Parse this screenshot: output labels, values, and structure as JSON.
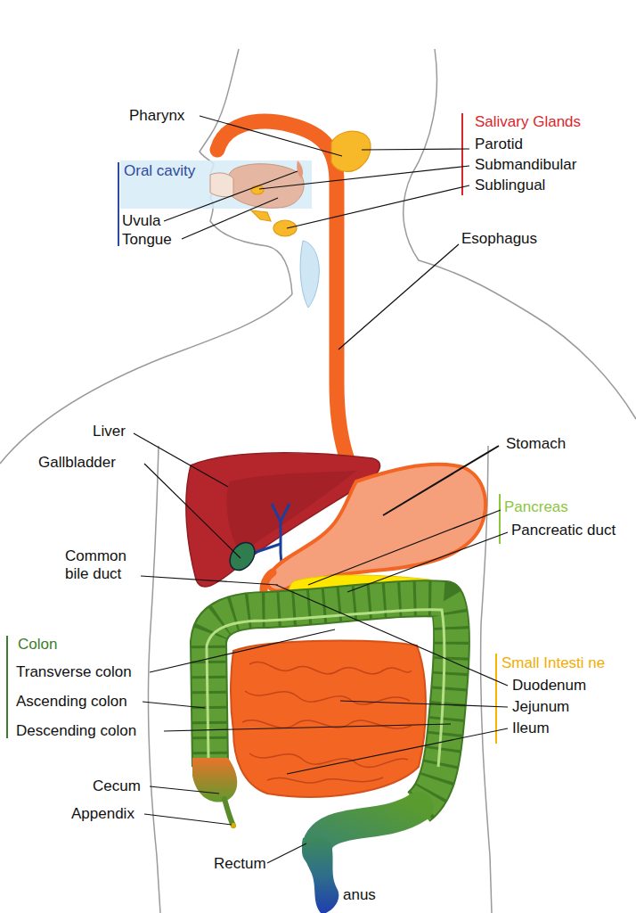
{
  "diagram": {
    "labels": [
      "Pharynx",
      "Salivary Glands",
      "Parotid",
      "Oral cavity",
      "Submandibular",
      "Sublingual",
      "Uvula",
      "Tongue",
      "Esophagus",
      "Liver",
      "Stomach",
      "Gallbladder",
      "Pancreas",
      "Pancreatic duct",
      "Common bile duct",
      "Colon",
      "Small Intesti ne",
      "Transverse colon",
      "Duodenum",
      "Ascending colon",
      "Jejunum",
      "Descending colon",
      "Ileum",
      "Cecum",
      "Appendix",
      "Rectum",
      "anus"
    ]
  }
}
